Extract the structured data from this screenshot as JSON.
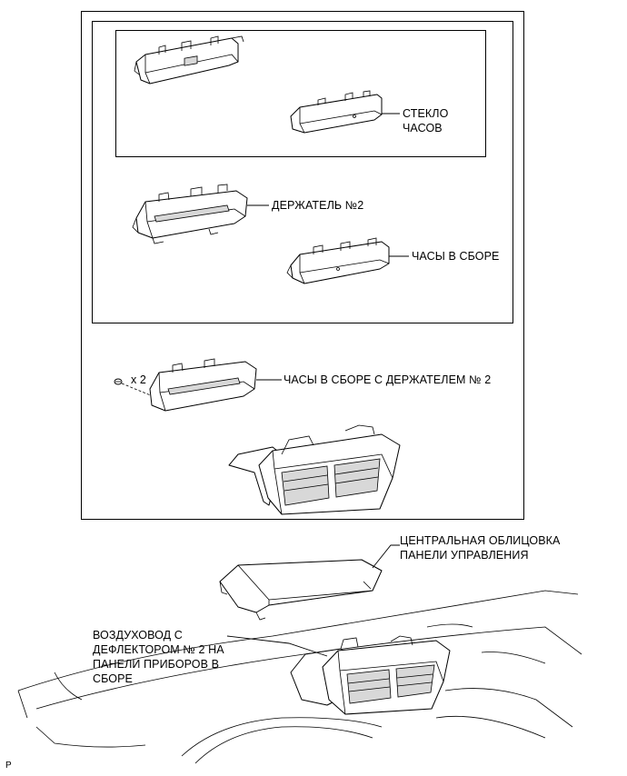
{
  "labels": {
    "clock_glass": [
      "СТЕКЛО",
      "ЧАСОВ"
    ],
    "holder_no2": "ДЕРЖАТЕЛЬ №2",
    "clock_assembly": "ЧАСЫ В СБОРЕ",
    "screw_count": "x 2",
    "clock_with_holder": "ЧАСЫ В СБОРЕ С ДЕРЖАТЕЛЕМ № 2",
    "center_cluster_trim": [
      "ЦЕНТРАЛЬНАЯ ОБЛИЦОВКА",
      "ПАНЕЛИ УПРАВЛЕНИЯ"
    ],
    "air_duct": [
      "ВОЗДУХОВОД С",
      "ДЕФЛЕКТОРОМ № 2 НА",
      "ПАНЕЛИ ПРИБОРОВ В",
      "СБОРЕ"
    ],
    "corner_code": "P"
  },
  "icons": [
    "clock-glass-part",
    "holder-part",
    "clock-part",
    "screw-icon",
    "vent-part",
    "trim-panel-part",
    "dashboard-outline"
  ]
}
